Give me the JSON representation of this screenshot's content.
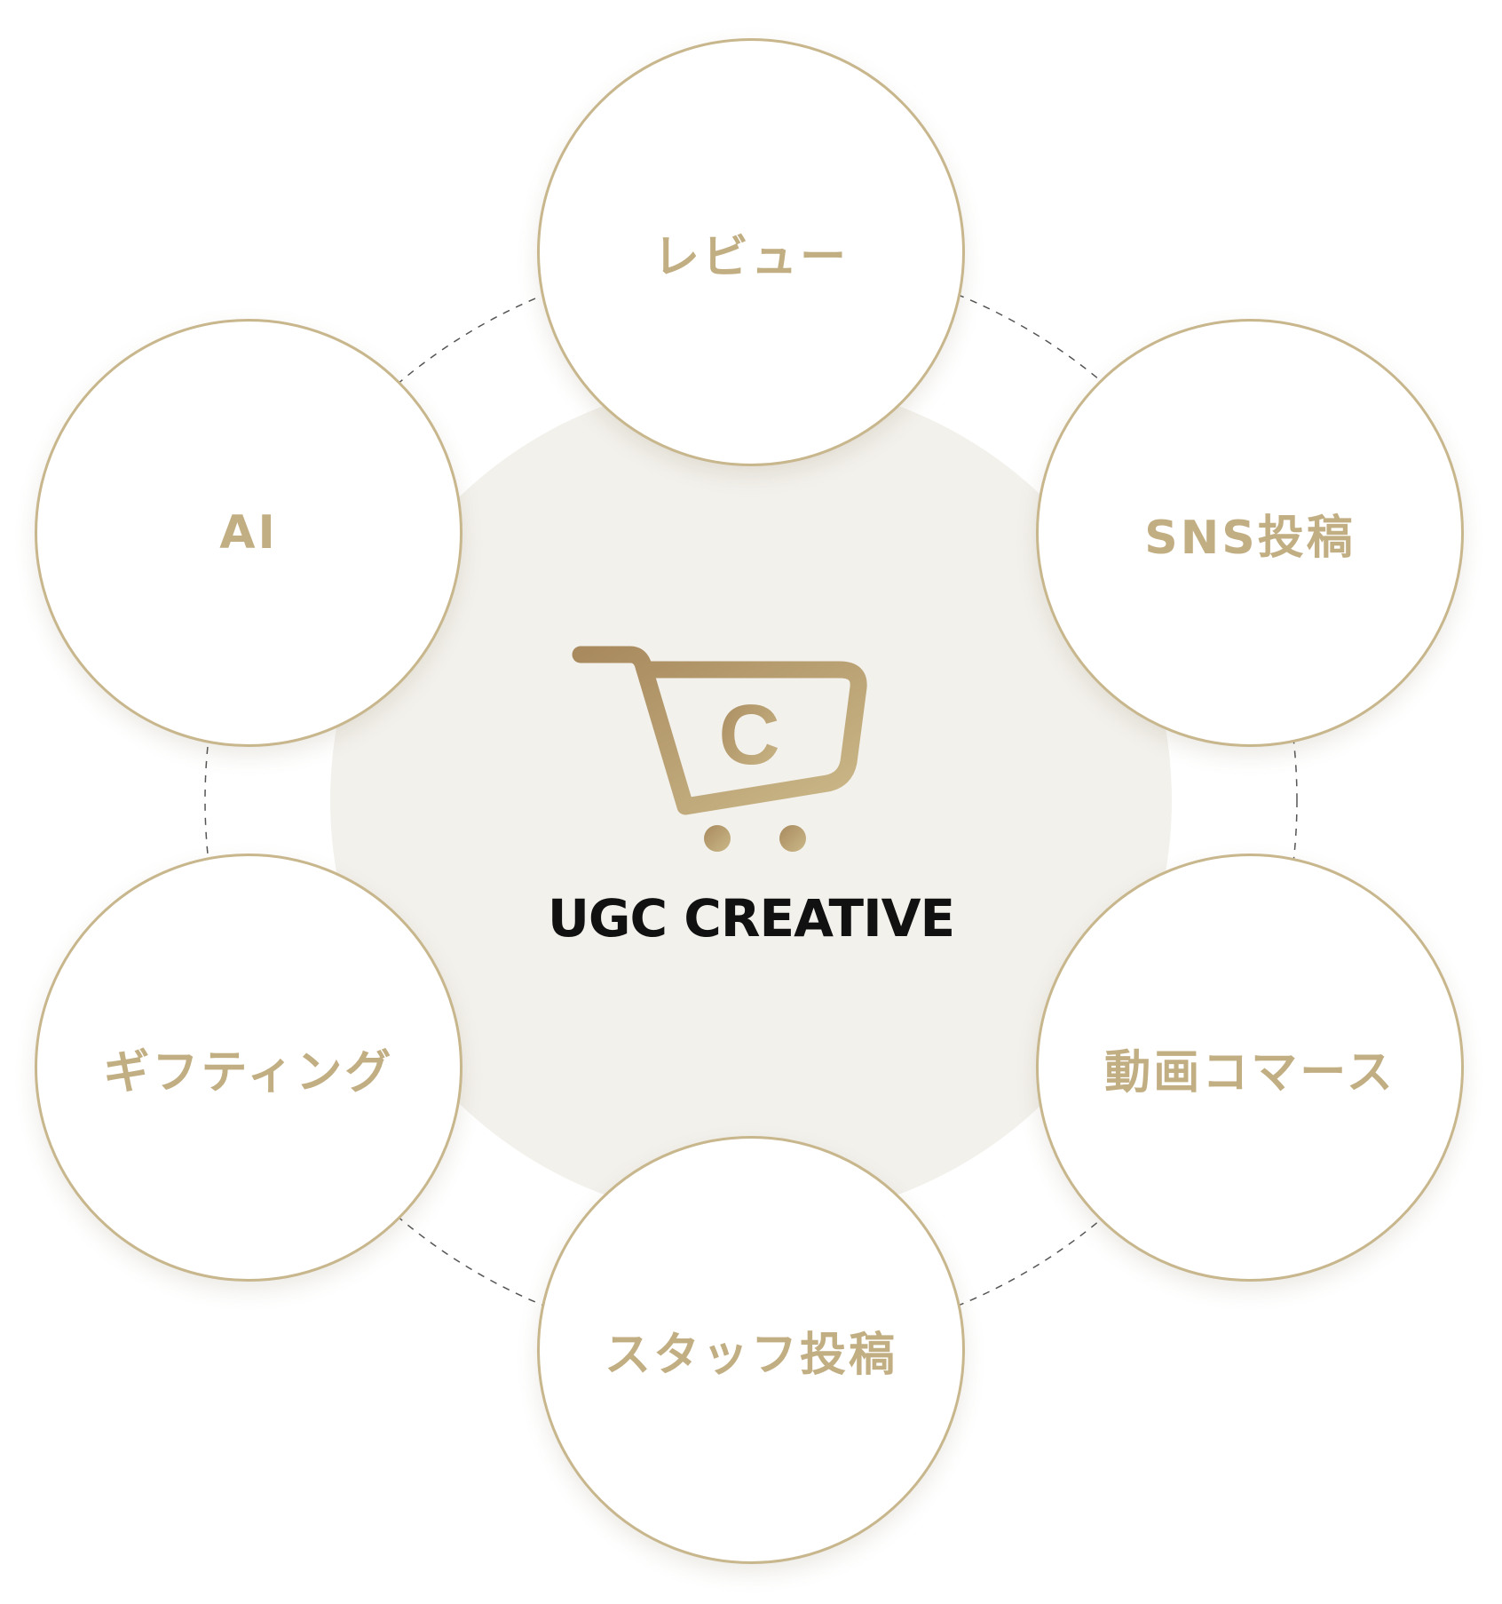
{
  "diagram": {
    "center": {
      "logo_text": "UGC CREATIVE",
      "logo_letter": "C",
      "icon": "shopping-cart-icon"
    },
    "nodes": [
      {
        "id": "review",
        "label": "レビュー"
      },
      {
        "id": "sns-post",
        "label": "SNS投稿"
      },
      {
        "id": "video-commerce",
        "label": "動画コマース"
      },
      {
        "id": "staff-post",
        "label": "スタッフ投稿"
      },
      {
        "id": "gifting",
        "label": "ギフティング"
      },
      {
        "id": "ai",
        "label": "AI"
      }
    ]
  },
  "colors": {
    "node_border": "#c8b68c",
    "node_text": "#c2ae83",
    "center_disc": "#f3f1ec",
    "logo_text": "#111111",
    "gold_dark": "#a88a5e",
    "gold_light": "#cbb889",
    "dashed_ring": "#555555"
  }
}
